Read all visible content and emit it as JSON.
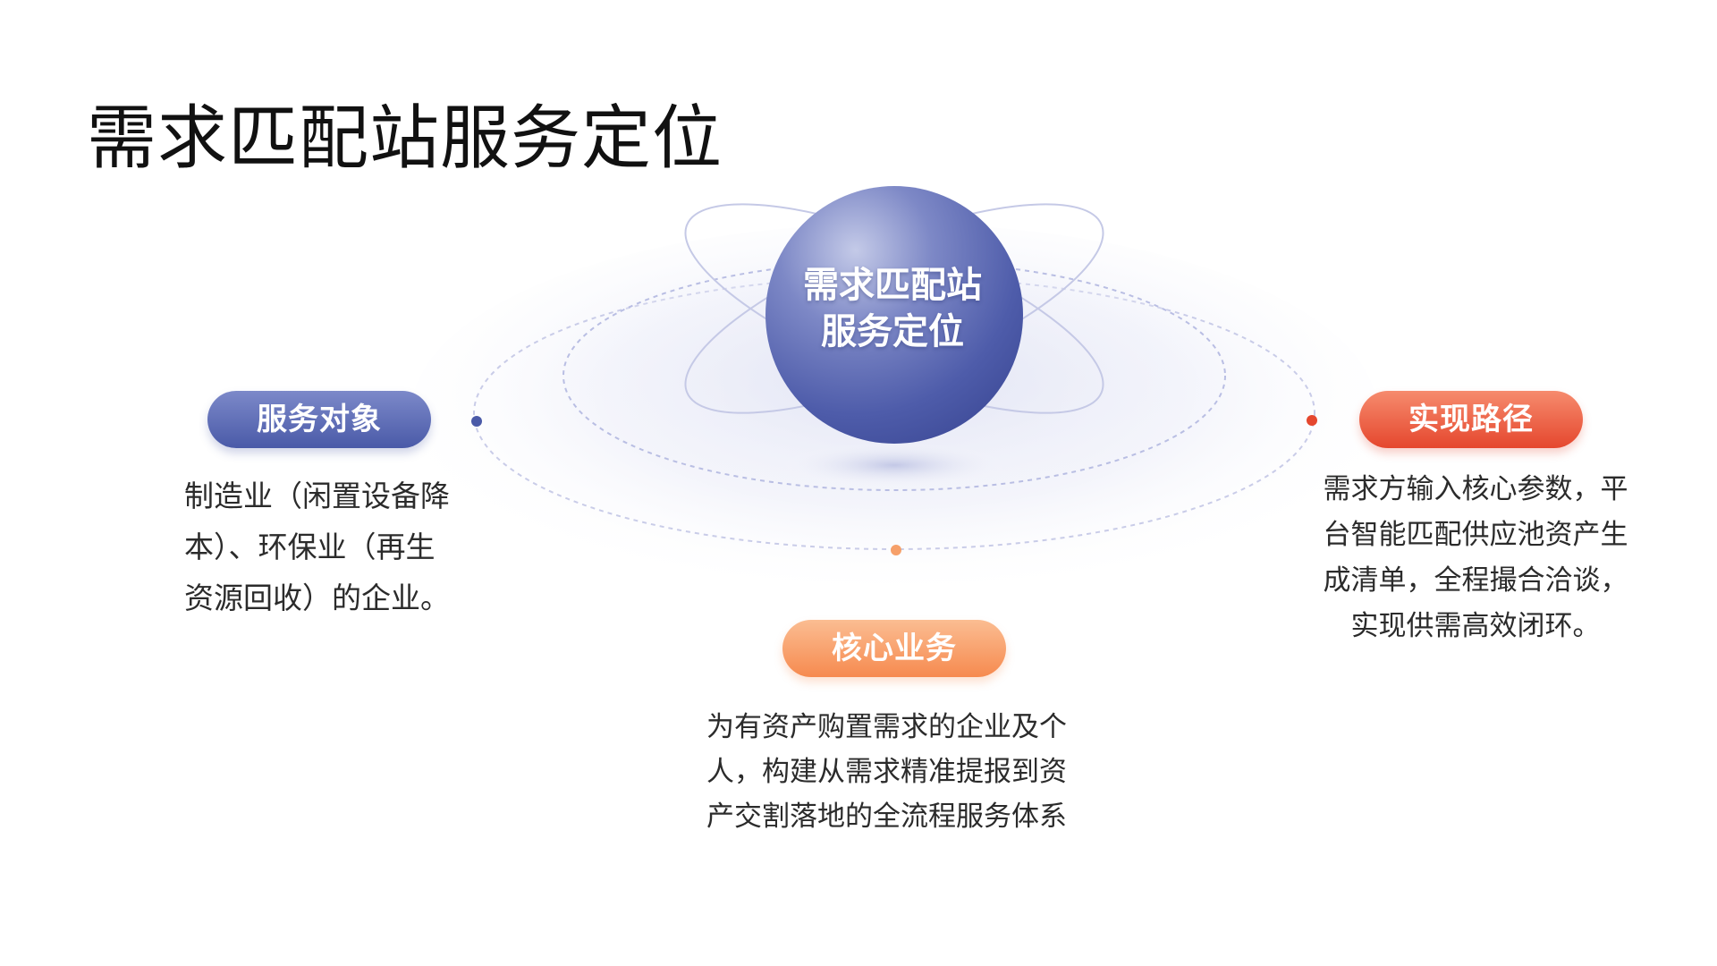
{
  "page": {
    "title": "需求匹配站服务定位"
  },
  "center": {
    "lines": [
      "需求匹配站",
      "服务定位"
    ]
  },
  "nodes": {
    "service": {
      "label": "服务对象",
      "lines": [
        "制造业（闲置设备降",
        "本）、环保业（再生",
        "资源回收）的企业。"
      ],
      "color": "#4a5aa8"
    },
    "core": {
      "label": "核心业务",
      "lines": [
        "为有资产购置需求的企业及个",
        "人，构建从需求精准提报到资",
        "产交割落地的全流程服务体系"
      ],
      "color": "#f68a4f"
    },
    "path": {
      "label": "实现路径",
      "lines": [
        "需求方输入核心参数，平",
        "台智能匹配供应池资产生",
        "成清单，全程撮合洽谈，",
        "实现供需高效闭环。"
      ],
      "color": "#e5472e"
    }
  },
  "colors": {
    "primary": "#4a5aa8",
    "accent_orange": "#f68a4f",
    "accent_red": "#e5472e"
  }
}
